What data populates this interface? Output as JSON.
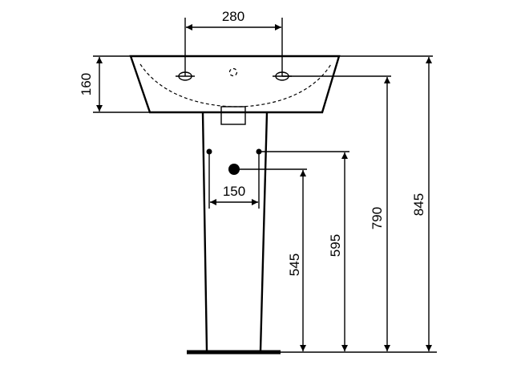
{
  "dimensions": {
    "tap_hole_spacing": "280",
    "basin_height": "160",
    "pedestal_fixing_spacing": "150",
    "waste_height": "545",
    "fixing_height": "595",
    "tap_height": "790",
    "rim_height": "845"
  }
}
